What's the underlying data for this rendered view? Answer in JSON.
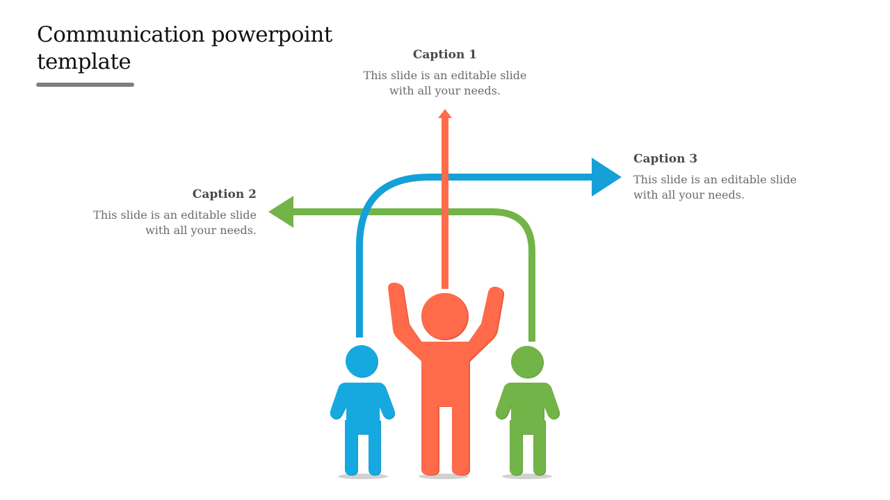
{
  "slide": {
    "title": "Communication powerpoint template"
  },
  "captions": [
    {
      "title": "Caption 1",
      "text": "This slide is an editable slide with all your needs."
    },
    {
      "title": "Caption 2",
      "text": "This slide is an editable slide with all your needs."
    },
    {
      "title": "Caption 3",
      "text": "This slide is an editable slide with all your needs."
    }
  ],
  "colors": {
    "orange": "#ff6b4a",
    "blue": "#16a0d8",
    "green": "#72b447",
    "underline": "#7f7f7f"
  }
}
